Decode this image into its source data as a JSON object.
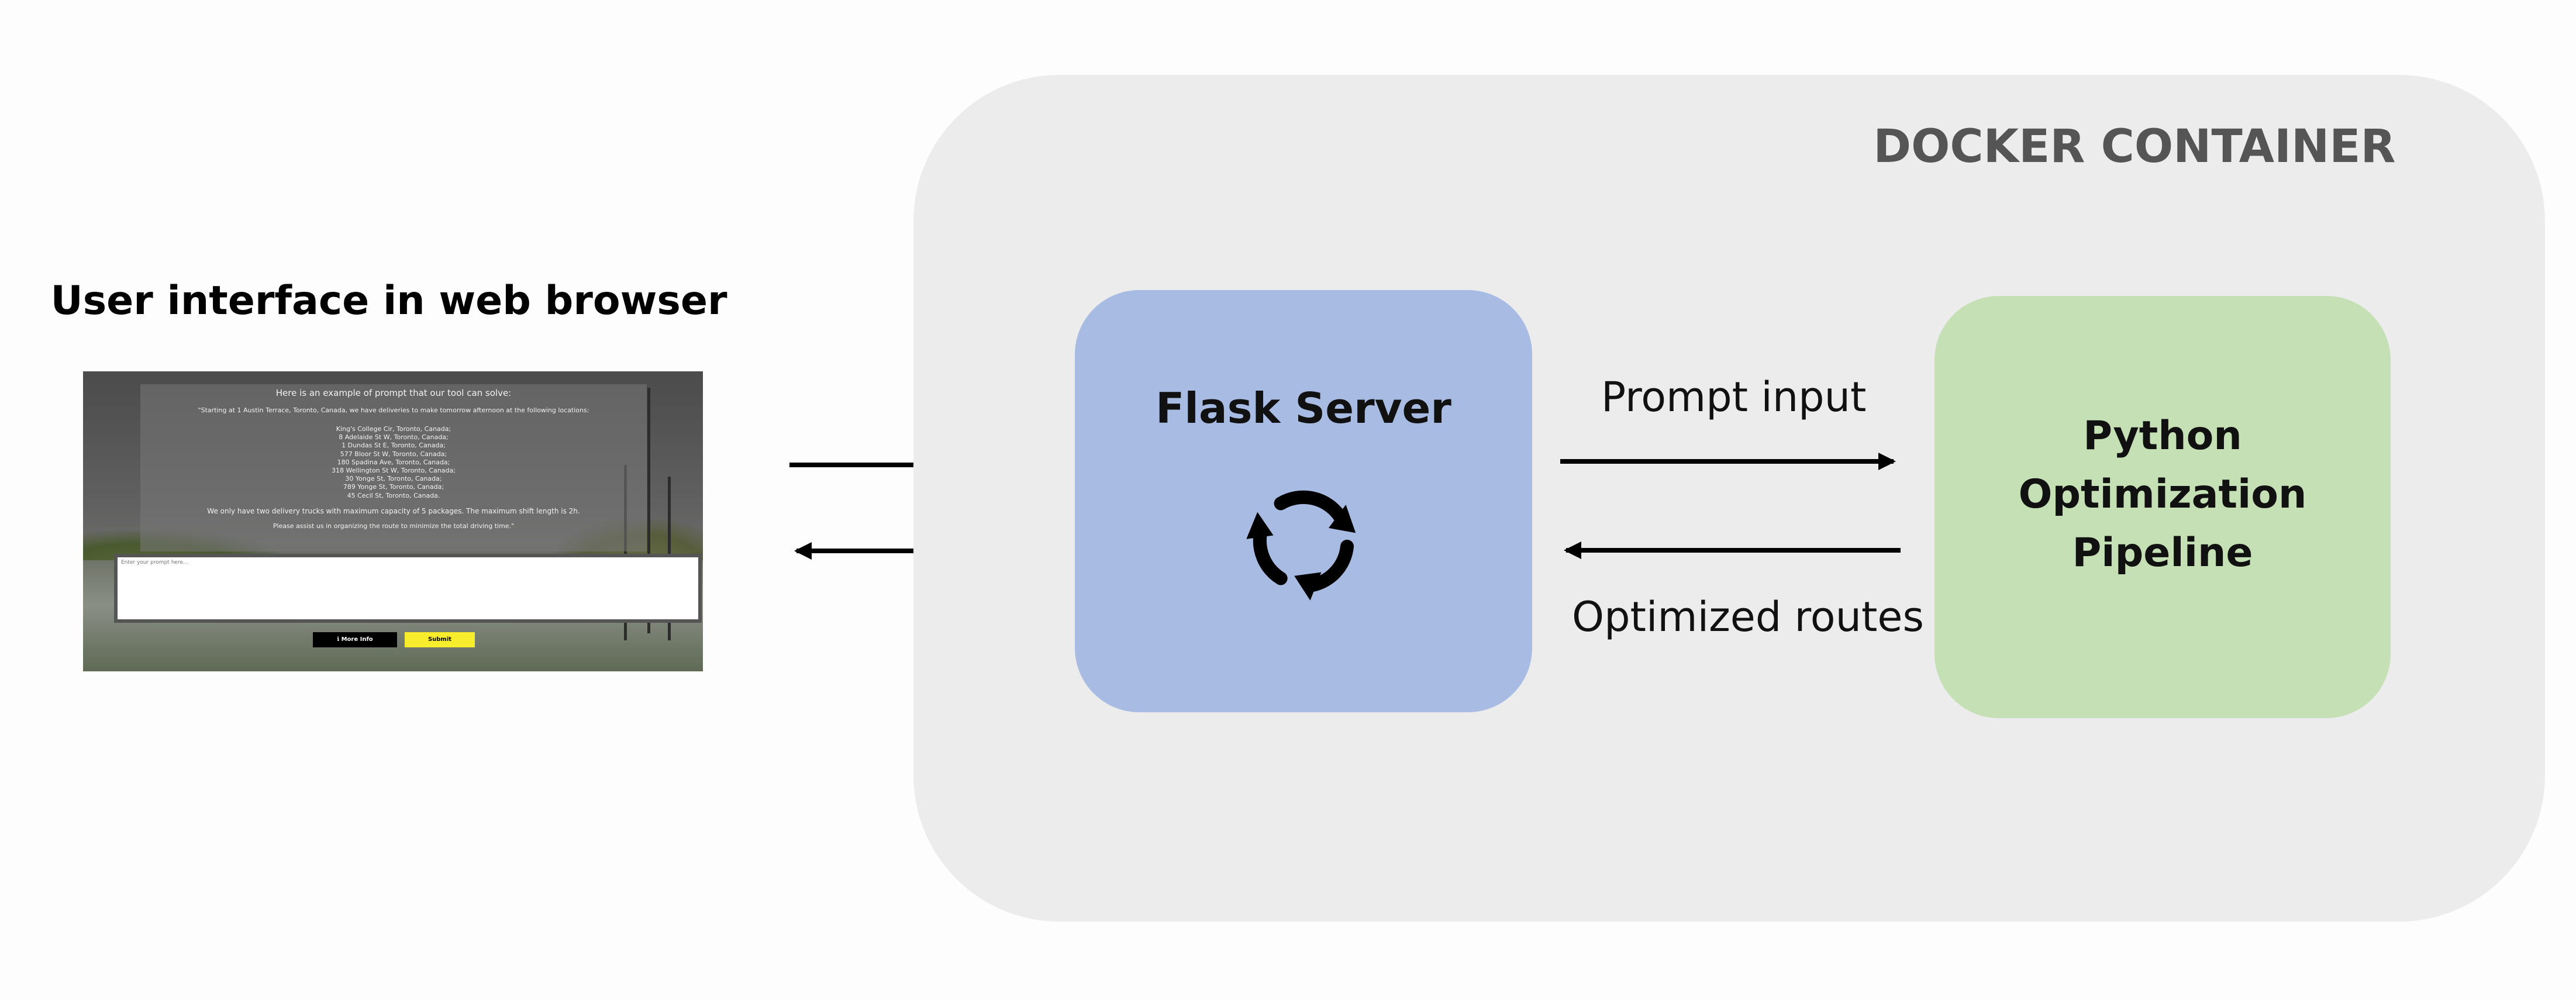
{
  "ui_section": {
    "title": "User interface in web browser",
    "screenshot": {
      "heading": "Here is an example of prompt that our tool can solve:",
      "intro": "\"Starting at 1 Austin Terrace, Toronto, Canada, we have deliveries to make tomorrow afternoon at the following locations:",
      "addresses": [
        "King's College Cir, Toronto, Canada;",
        "8 Adelaide St W, Toronto, Canada;",
        "1 Dundas St E, Toronto, Canada;",
        "577 Bloor St W, Toronto, Canada;",
        "180 Spadina Ave, Toronto, Canada;",
        "318 Wellington St W, Toronto, Canada;",
        "30 Yonge St, Toronto, Canada;",
        "789 Yonge St, Toronto, Canada;",
        "45 Cecil St, Toronto, Canada."
      ],
      "trucks": "We only have two delivery trucks with maximum capacity of 5 packages. The maximum shift length is 2h.",
      "assist": "Please assist us in organizing the route to minimize the total driving time.\"",
      "prompt_placeholder": "Enter your prompt here...",
      "more_info_button": "ℹ More Info",
      "submit_button": "Submit",
      "button_colors": {
        "more_info": "#000000",
        "submit": "#f7ed2c"
      }
    }
  },
  "docker": {
    "title": "DOCKER CONTAINER",
    "color": "#ececec"
  },
  "flask": {
    "title": "Flask Server",
    "icon": "sync-refresh-icon",
    "color": "#a8bce3"
  },
  "python": {
    "title_lines": [
      "Python",
      "Optimization",
      "Pipeline"
    ],
    "color": "#c5e0b4"
  },
  "edges": {
    "prompt_input": "Prompt input",
    "optimized_routes": "Optimized routes"
  }
}
